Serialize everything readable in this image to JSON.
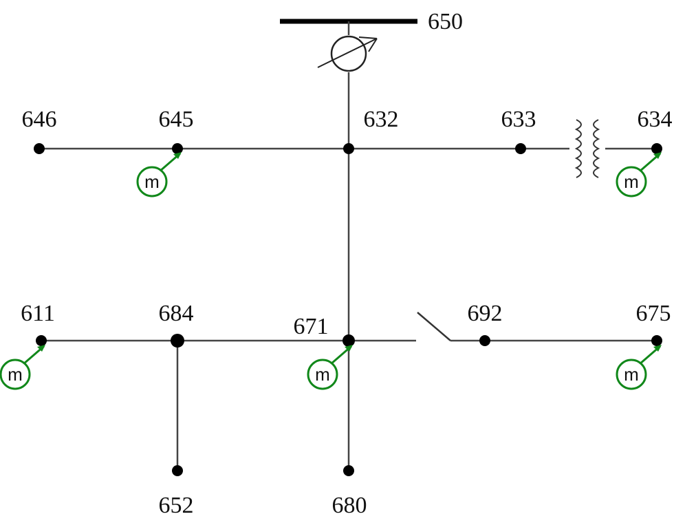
{
  "diagram": {
    "colors": {
      "line": "#444444",
      "node": "#000000",
      "meter": "#11881a",
      "text": "#111111"
    },
    "source_bus": {
      "label": "650"
    },
    "nodes": [
      {
        "id": "646",
        "label": "646"
      },
      {
        "id": "645",
        "label": "645"
      },
      {
        "id": "632",
        "label": "632"
      },
      {
        "id": "633",
        "label": "633"
      },
      {
        "id": "634",
        "label": "634"
      },
      {
        "id": "611",
        "label": "611"
      },
      {
        "id": "684",
        "label": "684"
      },
      {
        "id": "671",
        "label": "671"
      },
      {
        "id": "692",
        "label": "692"
      },
      {
        "id": "675",
        "label": "675"
      },
      {
        "id": "652",
        "label": "652"
      },
      {
        "id": "680",
        "label": "680"
      }
    ],
    "edges": [
      {
        "from": "650",
        "to": "632",
        "device": "regulator"
      },
      {
        "from": "646",
        "to": "645"
      },
      {
        "from": "645",
        "to": "632"
      },
      {
        "from": "632",
        "to": "633"
      },
      {
        "from": "633",
        "to": "634",
        "device": "transformer"
      },
      {
        "from": "632",
        "to": "671"
      },
      {
        "from": "611",
        "to": "684"
      },
      {
        "from": "684",
        "to": "671"
      },
      {
        "from": "684",
        "to": "652"
      },
      {
        "from": "671",
        "to": "680"
      },
      {
        "from": "671",
        "to": "692",
        "device": "switch"
      },
      {
        "from": "692",
        "to": "675"
      }
    ],
    "meters": [
      {
        "node": "645",
        "label": "m"
      },
      {
        "node": "634",
        "label": "m"
      },
      {
        "node": "611",
        "label": "m"
      },
      {
        "node": "671",
        "label": "m"
      },
      {
        "node": "675",
        "label": "m"
      }
    ]
  }
}
